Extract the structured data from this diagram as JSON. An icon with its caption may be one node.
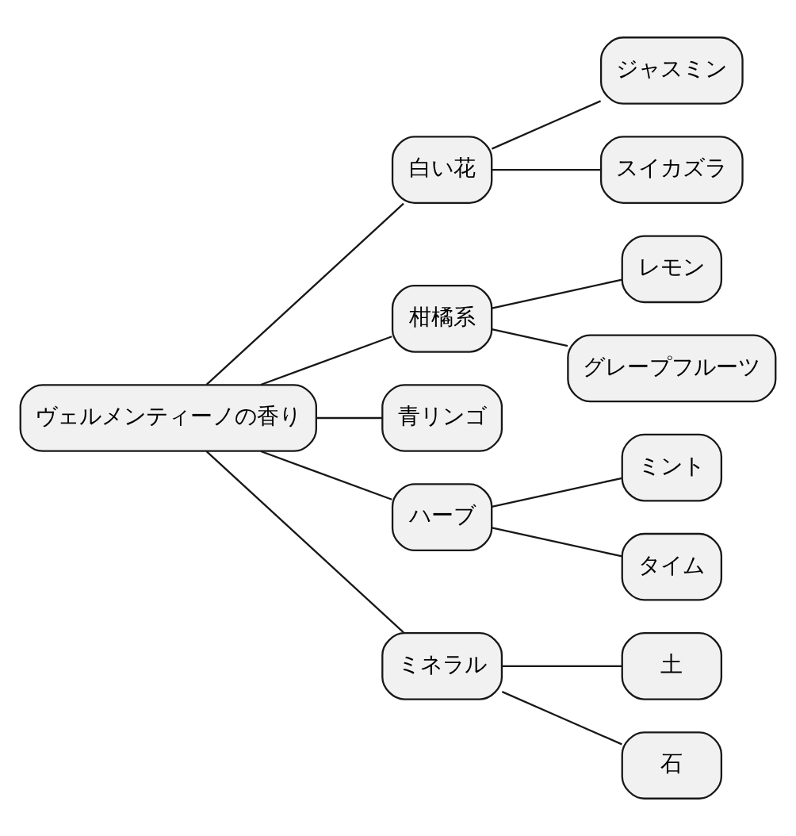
{
  "diagram": {
    "nodes": [
      {
        "text": [
          "ヴェルメンティーノの香り"
        ]
      },
      {
        "text": [
          "白い花"
        ]
      },
      {
        "text": [
          "ジャスミン"
        ]
      },
      {
        "text": [
          "スイカズラ"
        ]
      },
      {
        "text": [
          "柑橘系"
        ]
      },
      {
        "text": [
          "レモン"
        ]
      },
      {
        "text": [
          "グレープフルーツ"
        ]
      },
      {
        "text": [
          "青リンゴ"
        ]
      },
      {
        "text": [
          "ハーブ"
        ]
      },
      {
        "text": [
          "ミント"
        ]
      },
      {
        "text": [
          "タイム"
        ]
      },
      {
        "text": [
          "ミネラル"
        ]
      },
      {
        "text": [
          "土"
        ]
      },
      {
        "text": [
          "石"
        ]
      }
    ],
    "edges": [
      {
        "from": 0,
        "to": 1,
        "arrow": "none"
      },
      {
        "from": 1,
        "to": 2,
        "arrow": "none"
      },
      {
        "from": 1,
        "to": 3,
        "arrow": "none"
      },
      {
        "from": 0,
        "to": 4,
        "arrow": "none"
      },
      {
        "from": 4,
        "to": 5,
        "arrow": "none"
      },
      {
        "from": 4,
        "to": 6,
        "arrow": "none"
      },
      {
        "from": 0,
        "to": 7,
        "arrow": "none"
      },
      {
        "from": 0,
        "to": 8,
        "arrow": "none"
      },
      {
        "from": 8,
        "to": 9,
        "arrow": "none"
      },
      {
        "from": 8,
        "to": 10,
        "arrow": "none"
      },
      {
        "from": 0,
        "to": 11,
        "arrow": "none"
      },
      {
        "from": 11,
        "to": 12,
        "arrow": "none"
      },
      {
        "from": 11,
        "to": 13,
        "arrow": "none"
      }
    ]
  }
}
